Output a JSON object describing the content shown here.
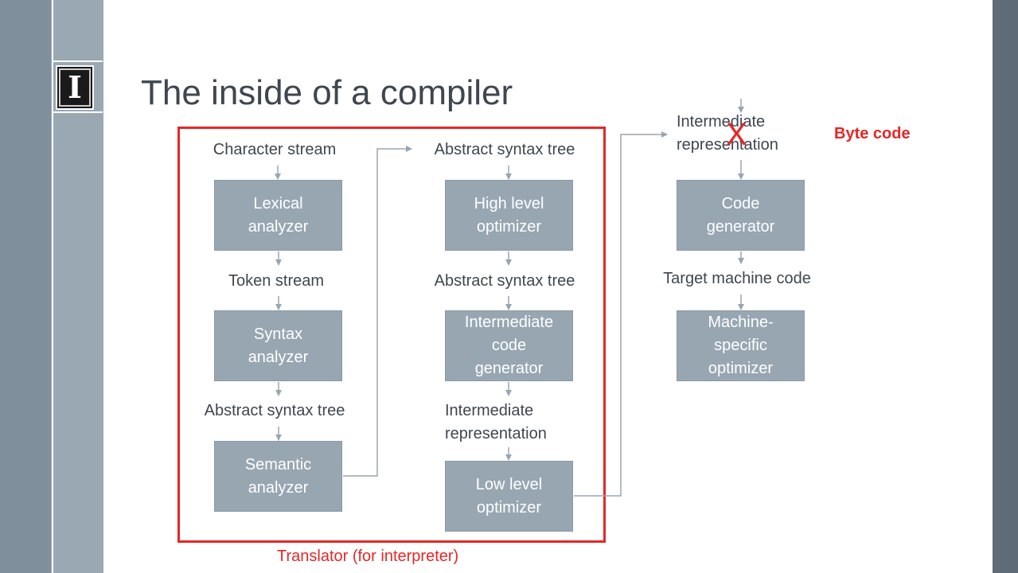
{
  "title": "The inside of a compiler",
  "logo_letter": "I",
  "frame_caption": "Translator (for interpreter)",
  "byte_code_label": "Byte code",
  "strike_mark": "X",
  "columns": {
    "front_end": {
      "labels": [
        "Character stream",
        "Token stream",
        "Abstract syntax tree"
      ],
      "boxes": [
        "Lexical analyzer",
        "Syntax analyzer",
        "Semantic analyzer"
      ]
    },
    "middle": {
      "labels": [
        "Abstract syntax tree",
        "Abstract syntax tree",
        "Intermediate representation"
      ],
      "boxes": [
        "High level optimizer",
        "Intermediate code generator",
        "Low level optimizer"
      ]
    },
    "back_end": {
      "labels": [
        "Intermediate representation",
        "Target machine code"
      ],
      "boxes": [
        "Code generator",
        "Machine-specific optimizer"
      ]
    }
  },
  "colors": {
    "accent_red": "#e52727",
    "box_fill": "#98a6b2",
    "text": "#3f4650",
    "connector": "#98a6b2"
  }
}
